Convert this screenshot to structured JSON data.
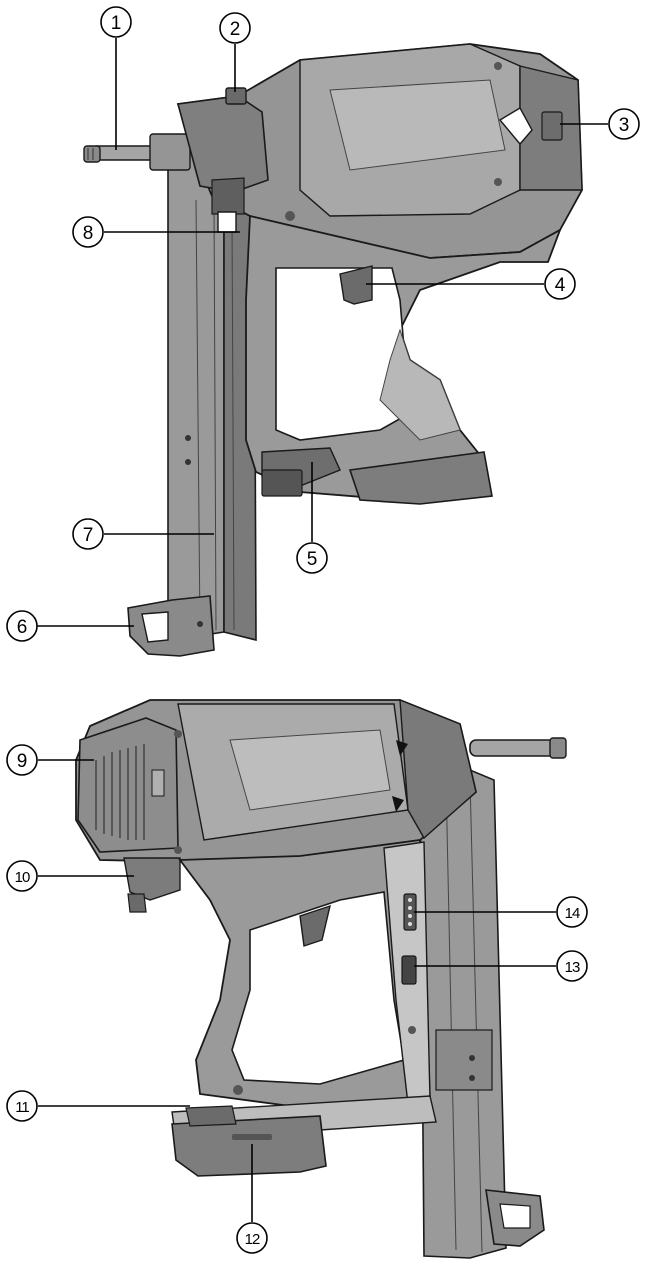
{
  "colors": {
    "background": "#ffffff",
    "tool_body": "#8f8f8f",
    "tool_shade": "#5e5e5e",
    "tool_light": "#bdbdbd",
    "outline": "#1a1a1a",
    "leader": "#000000"
  },
  "views": {
    "side_view": {
      "callouts": [
        {
          "number": "1"
        },
        {
          "number": "2"
        },
        {
          "number": "3"
        },
        {
          "number": "4"
        },
        {
          "number": "5"
        },
        {
          "number": "6"
        },
        {
          "number": "7"
        },
        {
          "number": "8"
        }
      ]
    },
    "rear_view": {
      "callouts": [
        {
          "number": "9"
        },
        {
          "number": "10"
        },
        {
          "number": "11"
        },
        {
          "number": "12"
        },
        {
          "number": "13"
        },
        {
          "number": "14"
        }
      ]
    }
  }
}
